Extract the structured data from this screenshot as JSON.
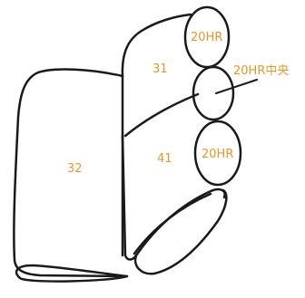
{
  "diagram": {
    "regions": [
      {
        "label": "32"
      },
      {
        "label": "31"
      },
      {
        "label": "41"
      }
    ],
    "circles": [
      {
        "label": "20HR"
      },
      {
        "label": ""
      },
      {
        "label": "20HR"
      }
    ],
    "callout": {
      "label": "20HR中央"
    },
    "colors": {
      "outline": "#1a1a1a",
      "label": "#e8962a",
      "background": "#ffffff"
    }
  }
}
